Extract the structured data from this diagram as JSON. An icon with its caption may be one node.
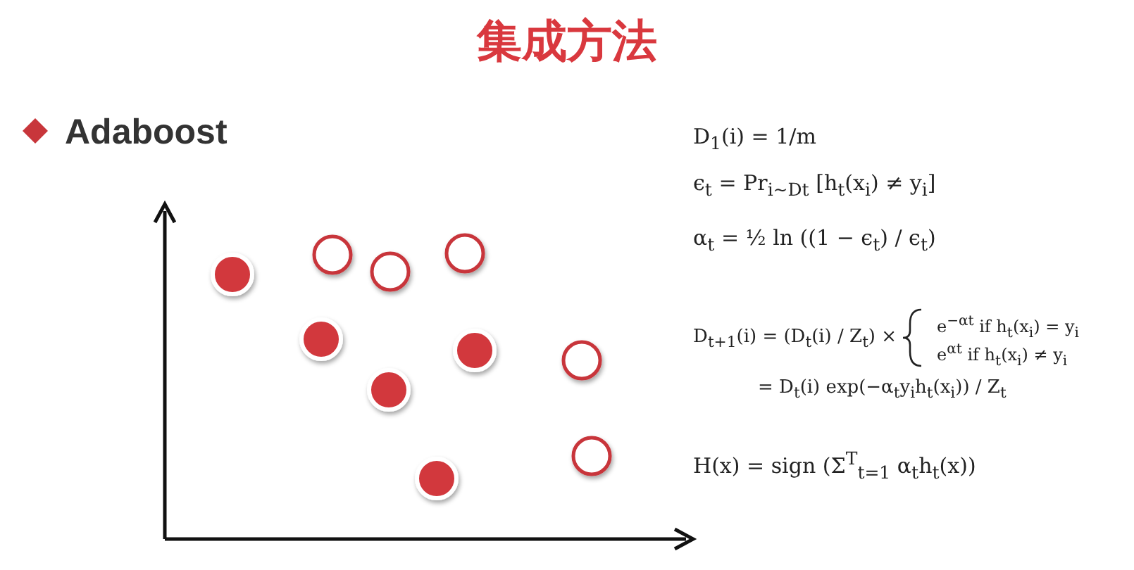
{
  "diagram": {
    "title": "集成方法",
    "labels": [
      "Adaboost",
      "D$_{1}$(i) = 1/m",
      "ϵ$_{t}$ = Pr$_{i∼Dt}$ [h$_{t}$(x$_{i}$) ≠ y$_{i}$]",
      "α$_{t}$ = ½ ln ((1 − ϵ$_{t}$) / ϵ$_{t}$)",
      "D$_{t+1}$(i) = (D$_{t}$(i) / Z$_{t}$) ×",
      "e$^{−αt}$   if h$_{t}$(x$_{i}$) = y$_{i}$",
      "e$^{αt}$   if h$_{t}$(x$_{i}$) ≠ y$_{i}$",
      "= D$_{t}$(i) exp(−α$_{t}$y$_{i}$h$_{t}$(x$_{i}$)) / Z$_{t}$",
      "H(x) = sign (Σ$^{T}$$_{t=1}$ α$_{t}$h$_{t}$(x))"
    ]
  }
}
